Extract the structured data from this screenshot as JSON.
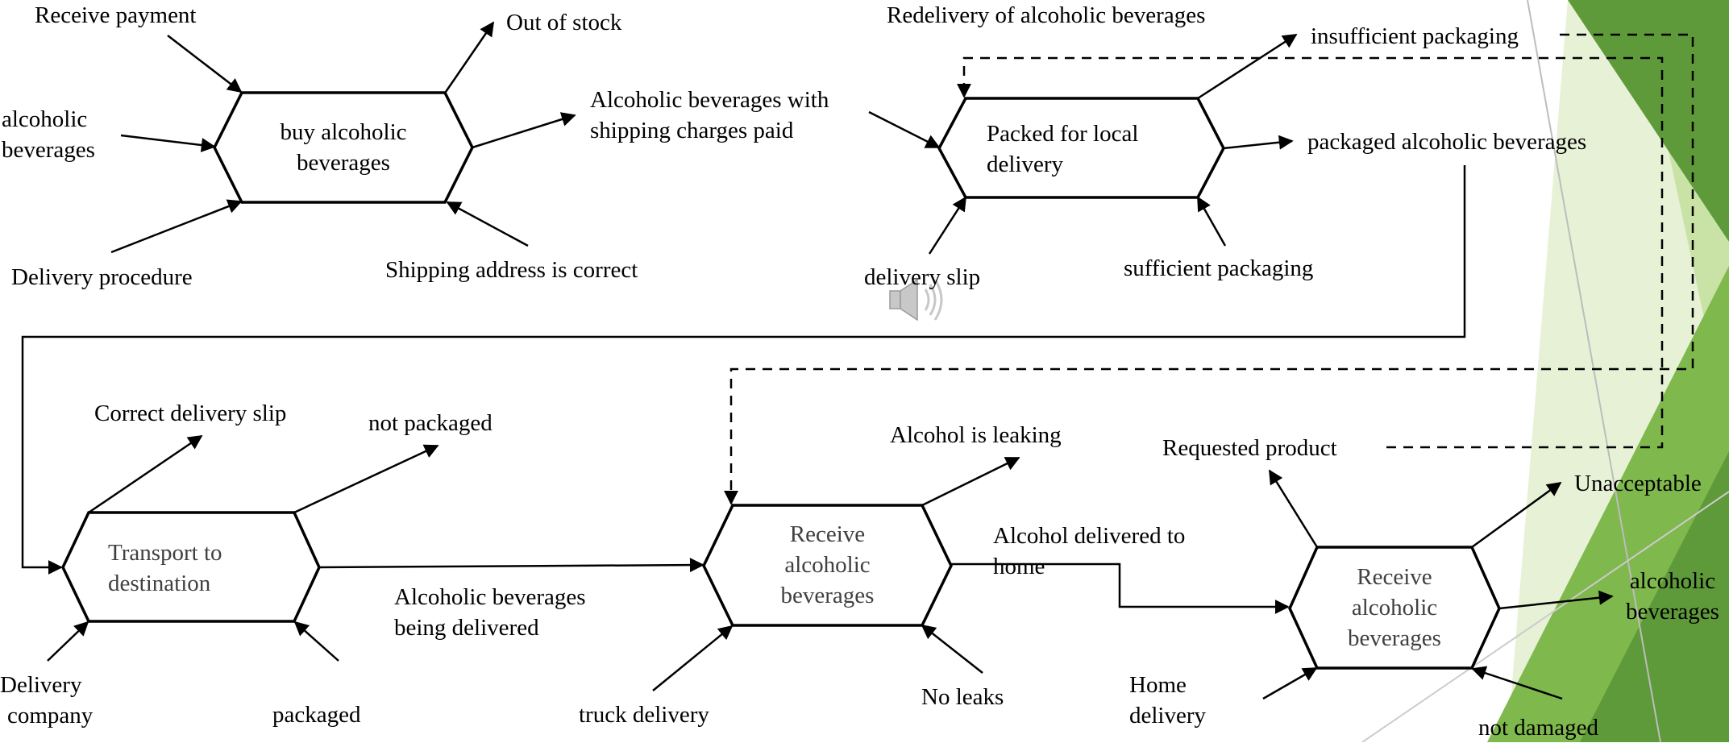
{
  "colors": {
    "line": "#000000",
    "box_text_dark": "#000000",
    "box_text_gray": "#404040",
    "green_dark": "#5e9a3a",
    "green_mid": "#7fb84d",
    "green_light": "#c9e2a6",
    "green_pale": "#e6f1d6"
  },
  "icons": {
    "audio": "speaker-icon"
  },
  "nodes": {
    "buy": {
      "line1": "buy alcoholic",
      "line2": "beverages"
    },
    "packed": {
      "line1": "Packed for local",
      "line2": "delivery"
    },
    "transport": {
      "line1": "Transport to",
      "line2": "destination"
    },
    "receive1": {
      "line1": "Receive",
      "line2": "alcoholic",
      "line3": "beverages"
    },
    "receive2": {
      "line1": "Receive",
      "line2": "alcoholic",
      "line3": "beverages"
    }
  },
  "labels": {
    "receive_payment": "Receive payment",
    "out_of_stock": "Out of stock",
    "alcoholic_l1": "alcoholic",
    "alcoholic_l2": "beverages",
    "shipping_paid_l1": "Alcoholic beverages with",
    "shipping_paid_l2": "shipping charges paid",
    "delivery_procedure": "Delivery procedure",
    "address_correct": "Shipping address is correct",
    "redelivery": "Redelivery of alcoholic beverages",
    "insufficient": "insufficient packaging",
    "packaged_bev": "packaged alcoholic beverages",
    "delivery_slip": "delivery slip",
    "sufficient": "sufficient packaging",
    "correct_slip": "Correct delivery slip",
    "not_packaged": "not packaged",
    "delivery_company_l1": "Delivery",
    "delivery_company_l2": "company",
    "packaged": "packaged",
    "being_delivered_l1": "Alcoholic beverages",
    "being_delivered_l2": "being delivered",
    "leaking": "Alcohol is leaking",
    "delivered_home_l1": "Alcohol delivered to",
    "delivered_home_l2": "home",
    "truck": "truck delivery",
    "no_leaks": "No leaks",
    "requested": "Requested product",
    "unacceptable": "Unacceptable",
    "out_bev_l1": "alcoholic",
    "out_bev_l2": "beverages",
    "home_delivery_l1": "Home",
    "home_delivery_l2": "delivery",
    "not_damaged": "not damaged"
  }
}
